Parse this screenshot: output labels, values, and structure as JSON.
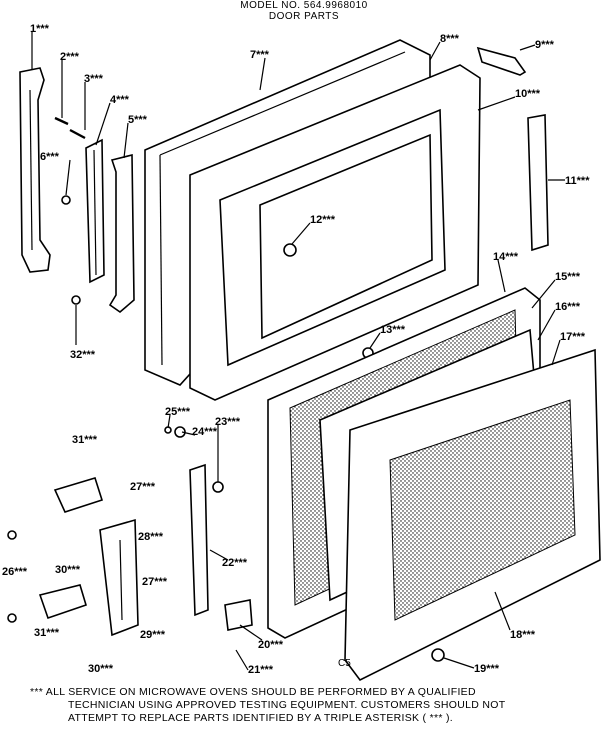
{
  "header": {
    "model_line": "MODEL NO. 564.9968010",
    "title": "DOOR PARTS"
  },
  "callouts": [
    "1***",
    "2***",
    "3***",
    "4***",
    "5***",
    "6***",
    "7***",
    "8***",
    "9***",
    "10***",
    "11***",
    "12***",
    "13***",
    "14***",
    "15***",
    "16***",
    "17***",
    "18***",
    "19***",
    "20***",
    "21***",
    "22***",
    "23***",
    "24***",
    "25***",
    "26***",
    "27***",
    "27***",
    "28***",
    "29***",
    "30***",
    "30***",
    "31***",
    "31***",
    "32***"
  ],
  "figure_code": "C5",
  "footer": {
    "line1": "*** ALL SERVICE ON MICROWAVE OVENS SHOULD BE PERFORMED BY A QUALIFIED",
    "line2": "TECHNICIAN USING APPROVED TESTING EQUIPMENT. CUSTOMERS SHOULD NOT",
    "line3": "ATTEMPT TO REPLACE PARTS IDENTIFIED BY A TRIPLE ASTERISK ( *** )."
  }
}
